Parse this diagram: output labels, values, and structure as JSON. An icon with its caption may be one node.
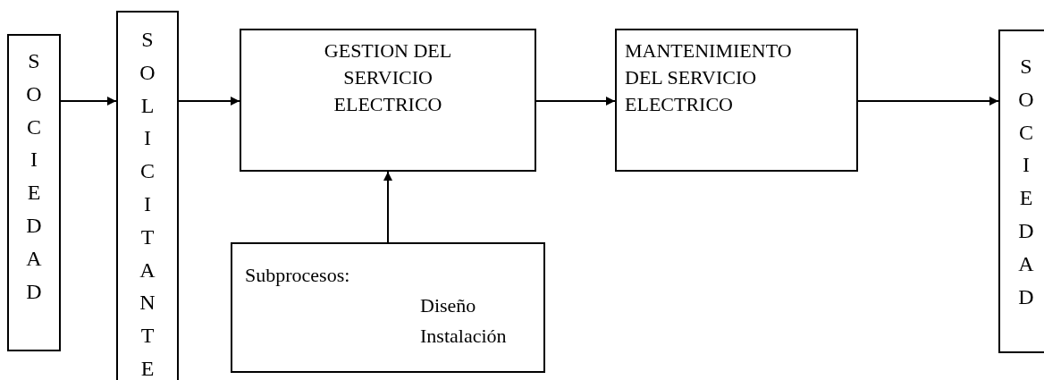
{
  "diagram": {
    "nodes": [
      {
        "text": [
          "SOCIEDAD"
        ]
      },
      {
        "text": [
          "SOLICITANTE"
        ]
      },
      {
        "text": [
          "GESTION DEL SERVICIO ELECTRICO"
        ]
      },
      {
        "text": [
          "MANTENIMIENTO DEL SERVICIO ELECTRICO"
        ]
      },
      {
        "text": [
          "SOCIEDAD"
        ]
      },
      {
        "text": [
          "Subprocesos:",
          "Diseño",
          "Instalación"
        ]
      }
    ],
    "edges": [
      {
        "from": 0,
        "to": 1,
        "arrow": "to"
      },
      {
        "from": 1,
        "to": 2,
        "arrow": "to"
      },
      {
        "from": 2,
        "to": 3,
        "arrow": "to"
      },
      {
        "from": 3,
        "to": 4,
        "arrow": "to"
      },
      {
        "from": 5,
        "to": 2,
        "arrow": "to"
      }
    ]
  }
}
